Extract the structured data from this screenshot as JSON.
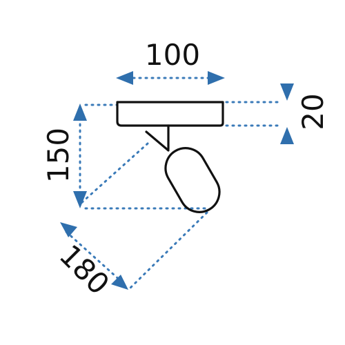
{
  "dimensions": {
    "width_label": "100",
    "height_label": "150",
    "depth_label": "20",
    "reach_label": "180"
  },
  "colors": {
    "line": "#111111",
    "dotted": "#3a7ab8",
    "arrow": "#2f6fad",
    "background": "#ffffff"
  }
}
